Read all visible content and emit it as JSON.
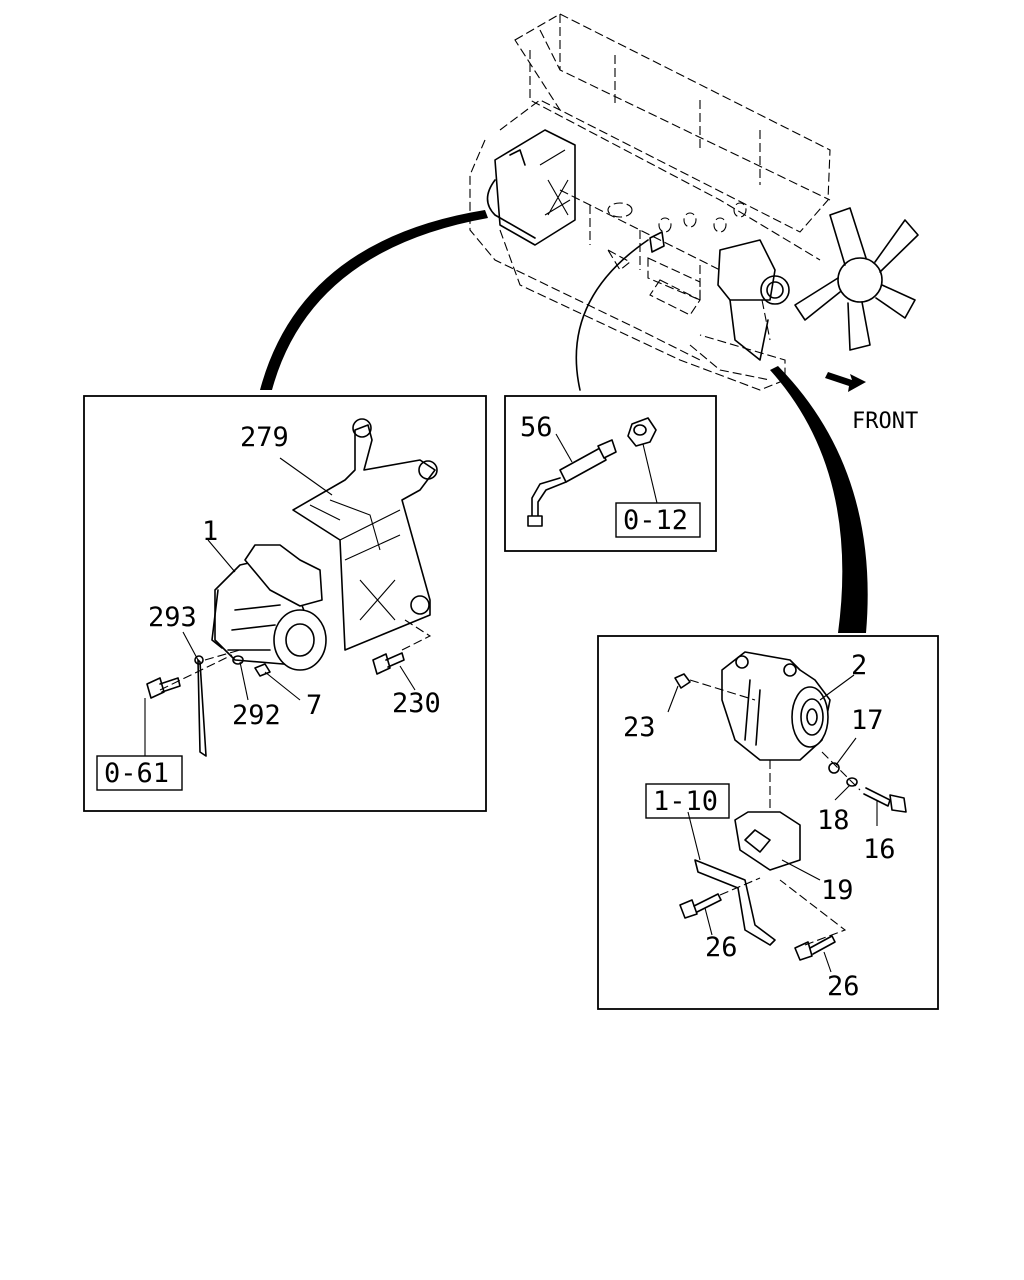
{
  "orientation_label": "FRONT",
  "panel_left": {
    "part_labels": [
      "279",
      "1",
      "293",
      "292",
      "7",
      "230"
    ],
    "refs": [
      "0-61"
    ]
  },
  "panel_middle": {
    "part_labels": [
      "56"
    ],
    "refs": [
      "0-12"
    ]
  },
  "panel_right": {
    "part_labels": [
      "2",
      "23",
      "17",
      "18",
      "16",
      "19",
      "26",
      "26"
    ],
    "refs": [
      "1-10"
    ]
  }
}
